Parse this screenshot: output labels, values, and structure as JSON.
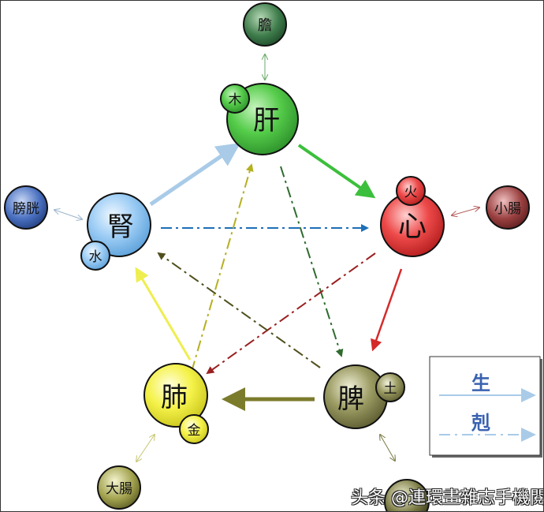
{
  "organs": {
    "liver": {
      "label": "肝",
      "element": "木",
      "color": "#3fbf3f",
      "paired": "膽",
      "paired_color": "#2f6b3f"
    },
    "heart": {
      "label": "心",
      "element": "火",
      "color": "#e83a3a",
      "paired": "小腸",
      "paired_color": "#8e3535"
    },
    "spleen": {
      "label": "脾",
      "element": "土",
      "color": "#8a8a55",
      "paired": "",
      "paired_color": "#5f5f3a"
    },
    "lung": {
      "label": "肺",
      "element": "金",
      "color": "#f2f03a",
      "paired": "大腸",
      "paired_color": "#8d8d45"
    },
    "kidney": {
      "label": "腎",
      "element": "水",
      "color": "#8fc4f2",
      "paired": "膀胱",
      "paired_color": "#3c64b4"
    }
  },
  "legend": {
    "generate": "生",
    "restrain": "剋"
  },
  "watermark": "头条 @連環畫雜志手機閱覽室"
}
